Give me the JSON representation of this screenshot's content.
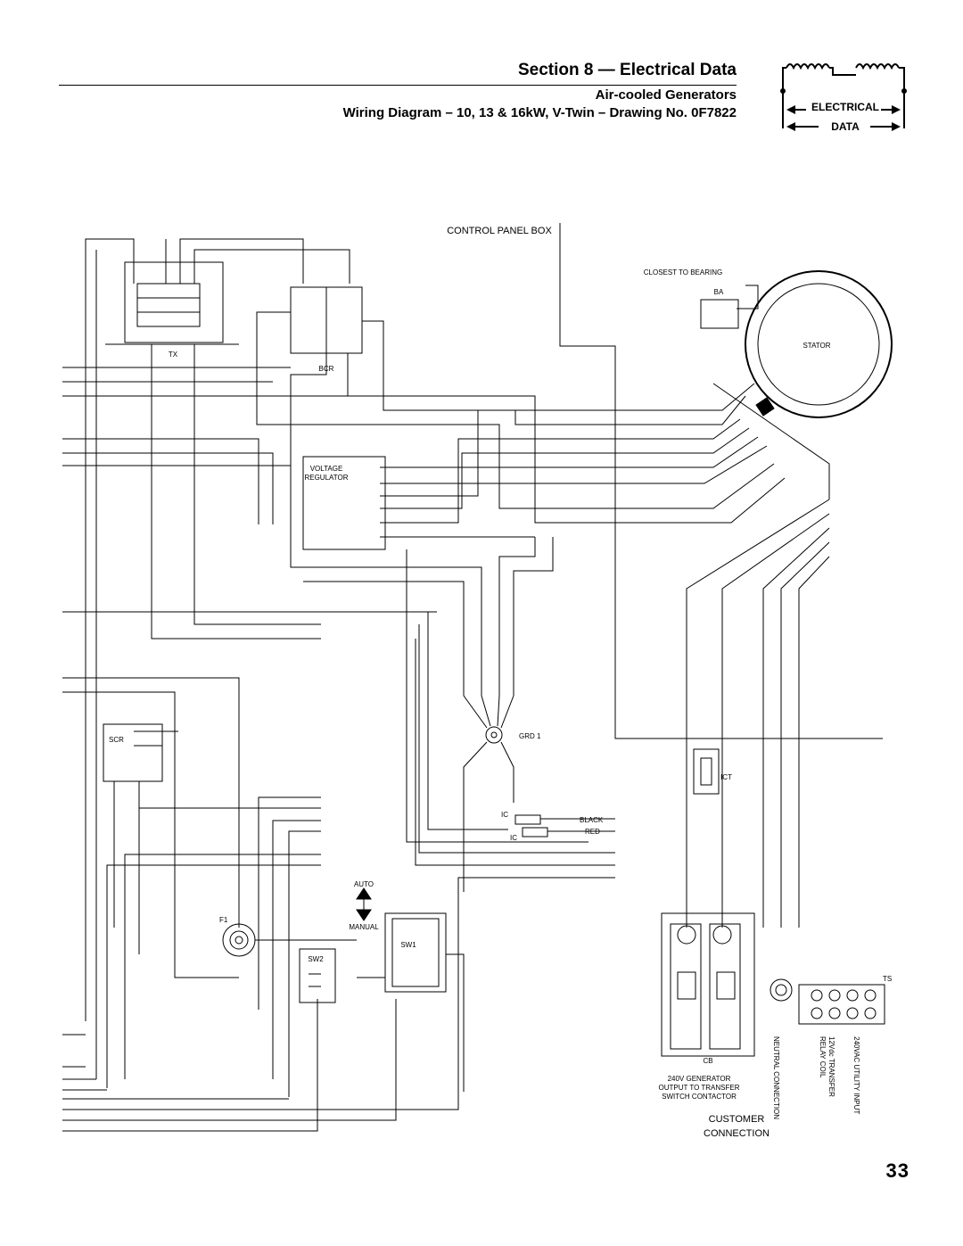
{
  "header": {
    "section_title": "Section 8 — Electrical Data",
    "subtitle": "Air-cooled Generators",
    "drawing_title": "Wiring Diagram – 10, 13 & 16kW, V-Twin – Drawing No. 0F7822"
  },
  "badge": {
    "line1": "ELECTRICAL",
    "line2": "DATA"
  },
  "labels": {
    "control_panel_box": "CONTROL PANEL BOX",
    "closest_to_bearing": "CLOSEST TO BEARING",
    "ba": "BA",
    "stator": "STATOR",
    "tx": "TX",
    "bcr": "BCR",
    "voltage": "VOLTAGE",
    "regulator": "REGULATOR",
    "grd1": "GRD 1",
    "scr": "SCR",
    "ict": "ICT",
    "ic": "IC",
    "black": "BLACK",
    "red": "RED",
    "auto": "AUTO",
    "manual": "MANUAL",
    "sw1": "SW1",
    "sw2": "SW2",
    "f1": "F1",
    "ts": "TS",
    "cb": "CB",
    "gen_output_1": "240V GENERATOR",
    "gen_output_2": "OUTPUT TO TRANSFER",
    "gen_output_3": "SWITCH CONTACTOR",
    "customer": "CUSTOMER",
    "connection": "CONNECTION",
    "neutral_connection": "NEUTRAL CONNECTION",
    "relay_coil_1": "12Vdc TRANSFER",
    "relay_coil_2": "RELAY COIL",
    "utility_input": "240VAC UTILITY INPUT"
  },
  "page_number": "33"
}
